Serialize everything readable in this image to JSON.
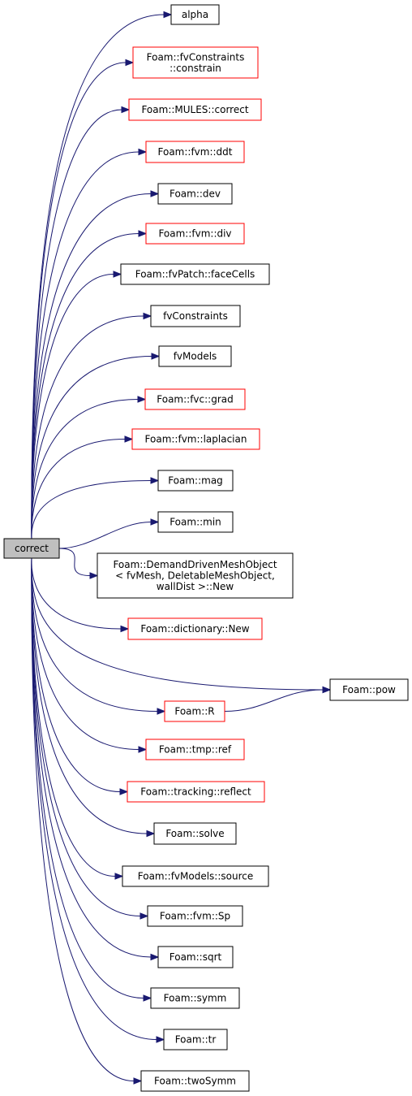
{
  "colors": {
    "edge": "#191970",
    "red_border": "#ff0000",
    "black_border": "#000000",
    "root_fill": "#bfbfbf"
  },
  "root": {
    "id": "correct",
    "lines": [
      "correct"
    ]
  },
  "nodes": [
    {
      "id": "alpha",
      "lines": [
        "alpha"
      ],
      "border": "black"
    },
    {
      "id": "fvconstraints-constrain",
      "lines": [
        "Foam::fvConstraints",
        "::constrain"
      ],
      "border": "red"
    },
    {
      "id": "mules-correct",
      "lines": [
        "Foam::MULES::correct"
      ],
      "border": "red"
    },
    {
      "id": "fvm-ddt",
      "lines": [
        "Foam::fvm::ddt"
      ],
      "border": "red"
    },
    {
      "id": "dev",
      "lines": [
        "Foam::dev"
      ],
      "border": "black"
    },
    {
      "id": "fvm-div",
      "lines": [
        "Foam::fvm::div"
      ],
      "border": "red"
    },
    {
      "id": "fvpatch-facecells",
      "lines": [
        "Foam::fvPatch::faceCells"
      ],
      "border": "black"
    },
    {
      "id": "fvconstraints",
      "lines": [
        "fvConstraints"
      ],
      "border": "black"
    },
    {
      "id": "fvmodels",
      "lines": [
        "fvModels"
      ],
      "border": "black"
    },
    {
      "id": "fvc-grad",
      "lines": [
        "Foam::fvc::grad"
      ],
      "border": "red"
    },
    {
      "id": "fvm-laplacian",
      "lines": [
        "Foam::fvm::laplacian"
      ],
      "border": "red"
    },
    {
      "id": "mag",
      "lines": [
        "Foam::mag"
      ],
      "border": "black"
    },
    {
      "id": "min",
      "lines": [
        "Foam::min"
      ],
      "border": "black"
    },
    {
      "id": "demanddriven-new",
      "lines": [
        "Foam::DemandDrivenMeshObject",
        "< fvMesh, DeletableMeshObject,",
        "wallDist >::New"
      ],
      "border": "black"
    },
    {
      "id": "dictionary-new",
      "lines": [
        "Foam::dictionary::New"
      ],
      "border": "red"
    },
    {
      "id": "pow",
      "lines": [
        "Foam::pow"
      ],
      "border": "black"
    },
    {
      "id": "r",
      "lines": [
        "Foam::R"
      ],
      "border": "red"
    },
    {
      "id": "tmp-ref",
      "lines": [
        "Foam::tmp::ref"
      ],
      "border": "red"
    },
    {
      "id": "tracking-reflect",
      "lines": [
        "Foam::tracking::reflect"
      ],
      "border": "red"
    },
    {
      "id": "solve",
      "lines": [
        "Foam::solve"
      ],
      "border": "black"
    },
    {
      "id": "fvmodels-source",
      "lines": [
        "Foam::fvModels::source"
      ],
      "border": "black"
    },
    {
      "id": "fvm-sp",
      "lines": [
        "Foam::fvm::Sp"
      ],
      "border": "black"
    },
    {
      "id": "sqrt",
      "lines": [
        "Foam::sqrt"
      ],
      "border": "black"
    },
    {
      "id": "symm",
      "lines": [
        "Foam::symm"
      ],
      "border": "black"
    },
    {
      "id": "tr",
      "lines": [
        "Foam::tr"
      ],
      "border": "black"
    },
    {
      "id": "twosymm",
      "lines": [
        "Foam::twoSymm"
      ],
      "border": "black"
    }
  ],
  "edges": [
    {
      "from": "correct",
      "to": "alpha"
    },
    {
      "from": "correct",
      "to": "fvconstraints-constrain"
    },
    {
      "from": "correct",
      "to": "mules-correct"
    },
    {
      "from": "correct",
      "to": "fvm-ddt"
    },
    {
      "from": "correct",
      "to": "dev"
    },
    {
      "from": "correct",
      "to": "fvm-div"
    },
    {
      "from": "correct",
      "to": "fvpatch-facecells"
    },
    {
      "from": "correct",
      "to": "fvconstraints"
    },
    {
      "from": "correct",
      "to": "fvmodels"
    },
    {
      "from": "correct",
      "to": "fvc-grad"
    },
    {
      "from": "correct",
      "to": "fvm-laplacian"
    },
    {
      "from": "correct",
      "to": "mag"
    },
    {
      "from": "correct",
      "to": "min"
    },
    {
      "from": "correct",
      "to": "demanddriven-new"
    },
    {
      "from": "correct",
      "to": "dictionary-new"
    },
    {
      "from": "correct",
      "to": "pow"
    },
    {
      "from": "correct",
      "to": "r"
    },
    {
      "from": "r",
      "to": "pow"
    },
    {
      "from": "correct",
      "to": "tmp-ref"
    },
    {
      "from": "correct",
      "to": "tracking-reflect"
    },
    {
      "from": "correct",
      "to": "solve"
    },
    {
      "from": "correct",
      "to": "fvmodels-source"
    },
    {
      "from": "correct",
      "to": "fvm-sp"
    },
    {
      "from": "correct",
      "to": "sqrt"
    },
    {
      "from": "correct",
      "to": "symm"
    },
    {
      "from": "correct",
      "to": "tr"
    },
    {
      "from": "correct",
      "to": "twosymm"
    }
  ]
}
